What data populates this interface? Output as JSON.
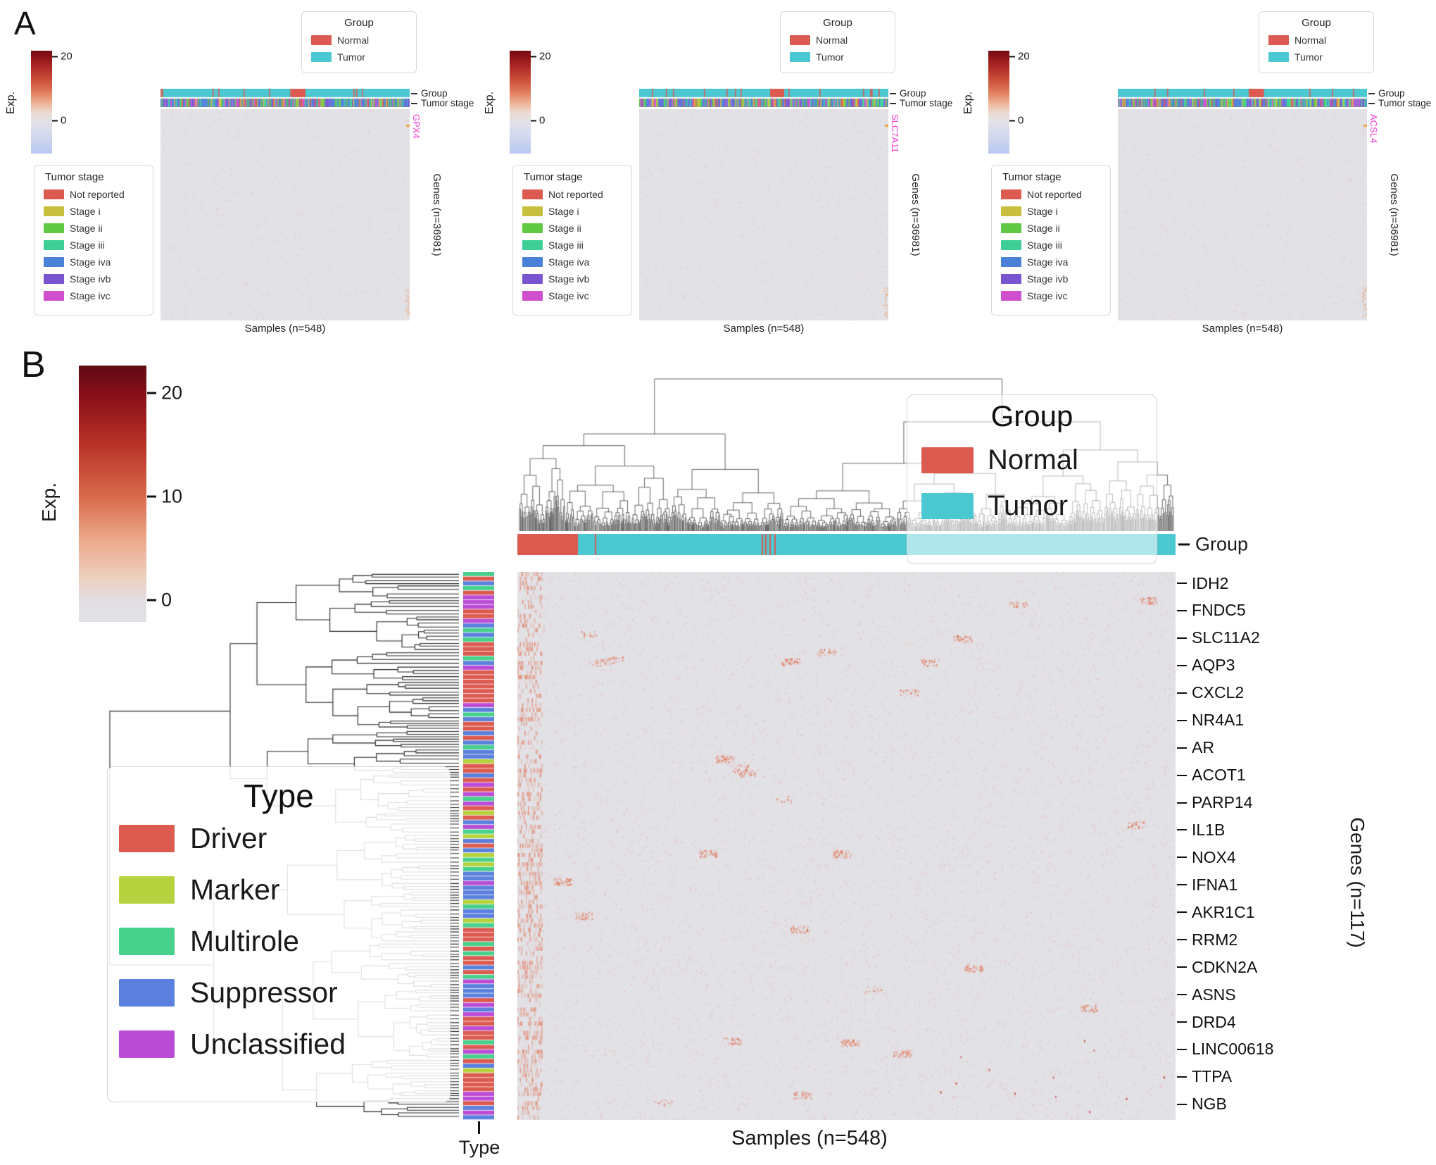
{
  "panel_a": {
    "label": "A",
    "colorbar": {
      "title": "Exp.",
      "ticks": [
        "20",
        "0"
      ]
    },
    "group_legend": {
      "title": "Group",
      "items": [
        {
          "label": "Normal",
          "color": "#dd5a50"
        },
        {
          "label": "Tumor",
          "color": "#4cc8d2"
        }
      ]
    },
    "tumor_stage_legend": {
      "title": "Tumor stage",
      "items": [
        {
          "label": "Not reported",
          "color": "#dd5a50"
        },
        {
          "label": "Stage i",
          "color": "#c9bf3e"
        },
        {
          "label": "Stage ii",
          "color": "#61c943"
        },
        {
          "label": "Stage iii",
          "color": "#3ecf96"
        },
        {
          "label": "Stage iva",
          "color": "#4b80d8"
        },
        {
          "label": "Stage ivb",
          "color": "#7956cf"
        },
        {
          "label": "Stage ivc",
          "color": "#d04fce"
        }
      ]
    },
    "row_annotation_labels": {
      "group": "Group",
      "tumor_stage": "Tumor stage"
    },
    "subpanels": [
      {
        "highlight_gene": "GPX4",
        "genes_axis_label": "Genes (n=36981)",
        "samples_axis_label": "Samples (n=548)"
      },
      {
        "highlight_gene": "SLC7A11",
        "genes_axis_label": "Genes (n=36981)",
        "samples_axis_label": "Samples (n=548)"
      },
      {
        "highlight_gene": "ACSL4",
        "genes_axis_label": "Genes (n=36981)",
        "samples_axis_label": "Samples (n=548)"
      }
    ]
  },
  "panel_b": {
    "label": "B",
    "colorbar": {
      "title": "Exp.",
      "ticks": [
        "20",
        "10",
        "0"
      ]
    },
    "group_annotation_label": "Group",
    "group_legend": {
      "title": "Group",
      "items": [
        {
          "label": "Normal",
          "color": "#dd5a50"
        },
        {
          "label": "Tumor",
          "color": "#4cc8d2"
        }
      ]
    },
    "type_legend": {
      "title": "Type",
      "items": [
        {
          "label": "Driver",
          "color": "#dd5a50"
        },
        {
          "label": "Marker",
          "color": "#b6d33f"
        },
        {
          "label": "Multirole",
          "color": "#47d18b"
        },
        {
          "label": "Suppressor",
          "color": "#5b80dd"
        },
        {
          "label": "Unclassified",
          "color": "#bb4cd6"
        }
      ]
    },
    "gene_labels": [
      "IDH2",
      "FNDC5",
      "SLC11A2",
      "AQP3",
      "CXCL2",
      "NR4A1",
      "AR",
      "ACOT1",
      "PARP14",
      "IL1B",
      "NOX4",
      "IFNA1",
      "AKR1C1",
      "RRM2",
      "CDKN2A",
      "ASNS",
      "DRD4",
      "LINC00618",
      "TTPA",
      "NGB"
    ],
    "genes_axis_label": "Genes (n=117)",
    "samples_axis_label": "Samples (n=548)",
    "type_axis_label": "Type"
  },
  "colors": {
    "normal": "#dd5a50",
    "tumor": "#4cc8d2",
    "heatmap_bg": "#e2e1e6",
    "speckle": "#e8764a",
    "highlight_gene_text": "#f73bd1",
    "dendrogram": "#222222"
  },
  "chart_data": [
    {
      "type": "heatmap",
      "panel": "A",
      "description": "Three genome-wide expression heatmaps (one per highlighted gene) of 36981 genes across 548 samples, each with Group and Tumor stage sample annotation bars",
      "n_samples": 548,
      "n_genes": 36981,
      "highlighted_genes": [
        "GPX4",
        "SLC7A11",
        "ACSL4"
      ],
      "x_label": "Samples (n=548)",
      "y_label": "Genes (n=36981)",
      "colorbar": {
        "label": "Exp.",
        "ticks": [
          20,
          0
        ]
      },
      "sample_groups": [
        "Normal",
        "Tumor"
      ],
      "tumor_stages": [
        "Not reported",
        "Stage i",
        "Stage ii",
        "Stage iii",
        "Stage iva",
        "Stage ivb",
        "Stage ivc"
      ]
    },
    {
      "type": "heatmap",
      "panel": "B",
      "description": "Hierarchically clustered expression heatmap of 117 genes across 548 samples with sample dendrogram (top), gene dendrogram (left), Group annotation bar and per-gene Type annotation strip",
      "n_samples": 548,
      "n_genes": 117,
      "x_label": "Samples (n=548)",
      "y_label": "Genes (n=117)",
      "colorbar": {
        "label": "Exp.",
        "ticks": [
          20,
          10,
          0
        ]
      },
      "sample_groups": [
        "Normal",
        "Tumor"
      ],
      "gene_types": [
        "Driver",
        "Marker",
        "Multirole",
        "Suppressor",
        "Unclassified"
      ],
      "labeled_genes": [
        "IDH2",
        "FNDC5",
        "SLC11A2",
        "AQP3",
        "CXCL2",
        "NR4A1",
        "AR",
        "ACOT1",
        "PARP14",
        "IL1B",
        "NOX4",
        "IFNA1",
        "AKR1C1",
        "RRM2",
        "CDKN2A",
        "ASNS",
        "DRD4",
        "LINC00618",
        "TTPA",
        "NGB"
      ]
    }
  ]
}
